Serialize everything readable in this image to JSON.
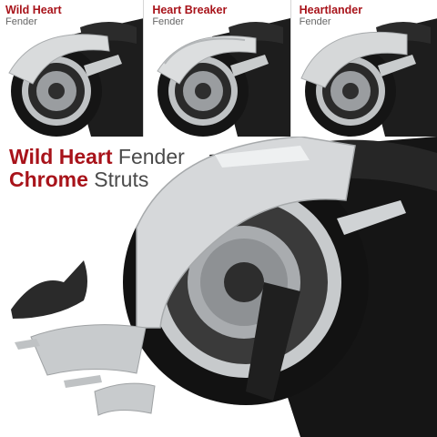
{
  "thumbnails": [
    {
      "title": "Wild Heart",
      "subtitle": "Fender"
    },
    {
      "title": "Heart Breaker",
      "subtitle": "Fender"
    },
    {
      "title": "Heartlander",
      "subtitle": "Fender"
    }
  ],
  "headline": {
    "line1_bold": "Wild Heart",
    "line1_rest": "Fender",
    "line2_bold": "Chrome",
    "line2_rest": "Struts"
  },
  "colors": {
    "title_red": "#a8131a",
    "text_gray": "#4a4a4a",
    "tire": "#1a1a1a",
    "chrome": "#cfd2d4",
    "seat": "#2a2a2a"
  }
}
